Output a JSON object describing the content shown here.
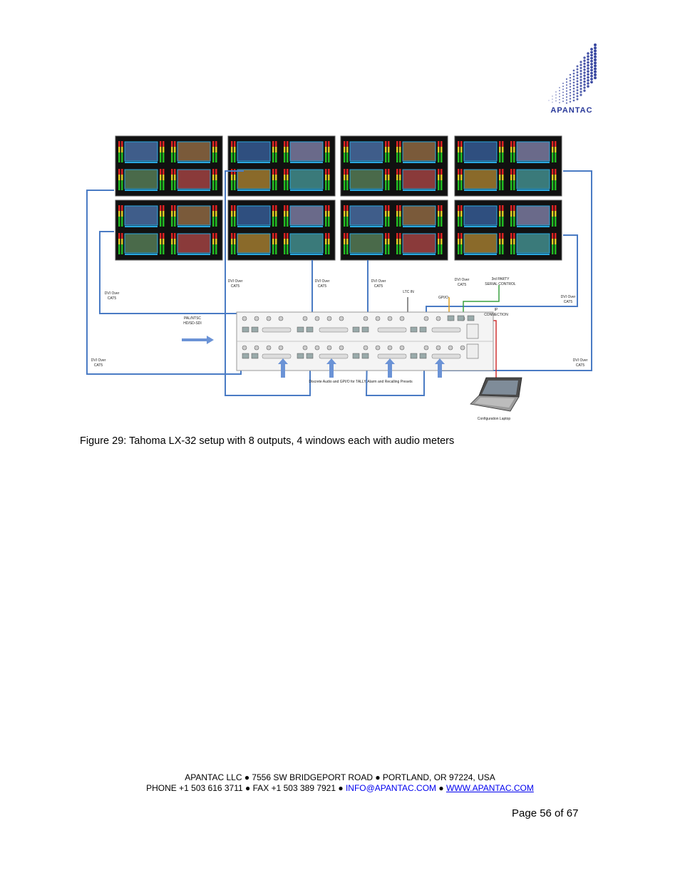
{
  "logo": {
    "text": "APANTAC",
    "color": "#2a3a9a"
  },
  "diagram": {
    "labels": {
      "dvi_left_top": [
        "DVI Over",
        "CAT5"
      ],
      "dvi_left_bottom": [
        "DVI Over",
        "CAT5"
      ],
      "dvi_m1": [
        "DVI Over",
        "CAT5"
      ],
      "dvi_m2": [
        "DVI Over",
        "CAT5"
      ],
      "dvi_m3": [
        "DVI Over",
        "CAT5"
      ],
      "dvi_m4": [
        "DVI Over",
        "CAT5"
      ],
      "dvi_right_top": [
        "DVI Over",
        "CAT5"
      ],
      "dvi_right_bottom": [
        "DVI Over",
        "CAT5"
      ],
      "ltc": "LTC IN",
      "gpio": "GPI/O",
      "serial": [
        "3rd PARTY",
        "SERIAL CONTROL"
      ],
      "ip": [
        "IP",
        "CONNECTION"
      ],
      "pal": [
        "PAL/NTSC",
        "HD/SD-SDI"
      ],
      "discrete": "Discrete Audio and GPI/O for TALLY, Alarm and Recalling Presets",
      "laptop": "Configuration Laptop"
    }
  },
  "caption": "Figure 29:  Tahoma LX-32 setup with 8 outputs, 4 windows each with audio meters",
  "footer": {
    "line1": "APANTAC LLC ● 7556 SW BRIDGEPORT ROAD ● PORTLAND, OR 97224, USA",
    "line2_prefix": "PHONE +1 503 616 3711 ● FAX +1 503 389 7921 ● ",
    "email": "INFO@APANTAC.COM",
    "sep": " ● ",
    "website": "WWW.APANTAC.COM"
  },
  "page_number": "Page 56 of 67"
}
